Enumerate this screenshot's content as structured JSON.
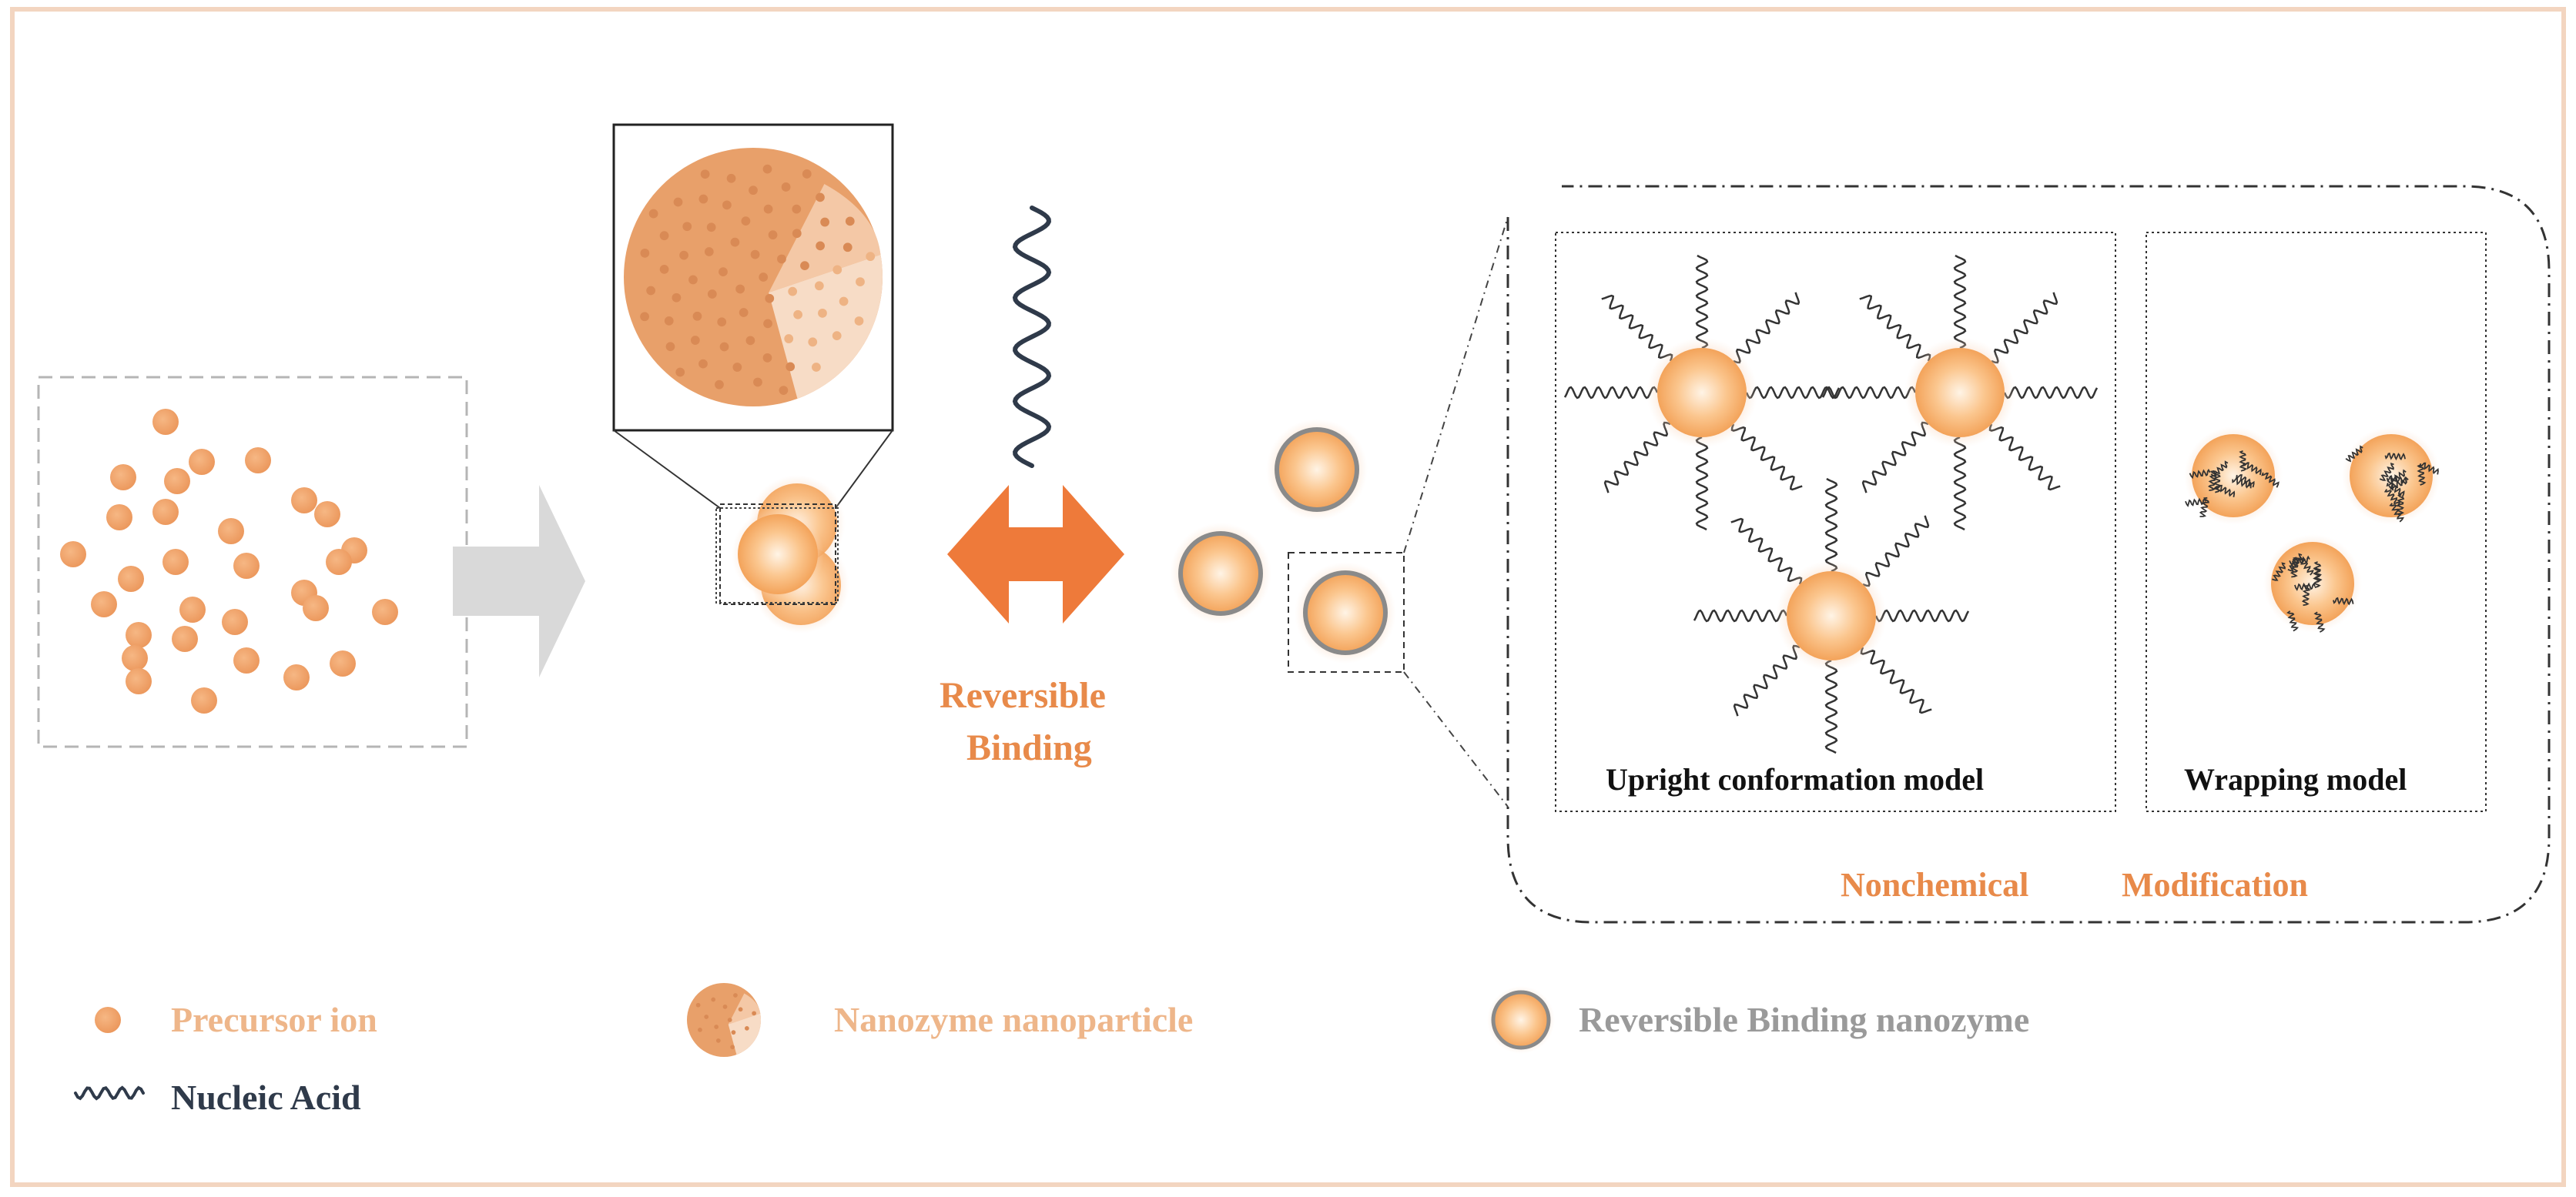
{
  "labels": {
    "reversible_line1": "Reversible",
    "reversible_line2": "Binding",
    "upright_model": "Upright conformation model",
    "wrapping_model": "Wrapping model",
    "nonchemical": "Nonchemical",
    "modification": "Modification"
  },
  "legend": {
    "precursor_ion": "Precursor ion",
    "nanozyme_nanoparticle": "Nanozyme nanoparticle",
    "reversible_binding_nanozyme": "Reversible Binding nanozyme",
    "nucleic_acid": "Nucleic Acid"
  },
  "colors": {
    "accent_orange": "#e88a4a",
    "particle": "#f0a66e",
    "nanozyme_fill": "#e8a06a",
    "legend_tan": "#eeb68a",
    "legend_gray": "#9a9a9a",
    "nucleic_acid": "#2f3a4a",
    "frame": "#f3d5c0",
    "process_arrow": "#d9d9d9"
  },
  "icons": {
    "process_arrow": "right-arrow-icon",
    "binding_arrow": "double-arrow-icon",
    "nucleic_acid": "wave-icon"
  }
}
